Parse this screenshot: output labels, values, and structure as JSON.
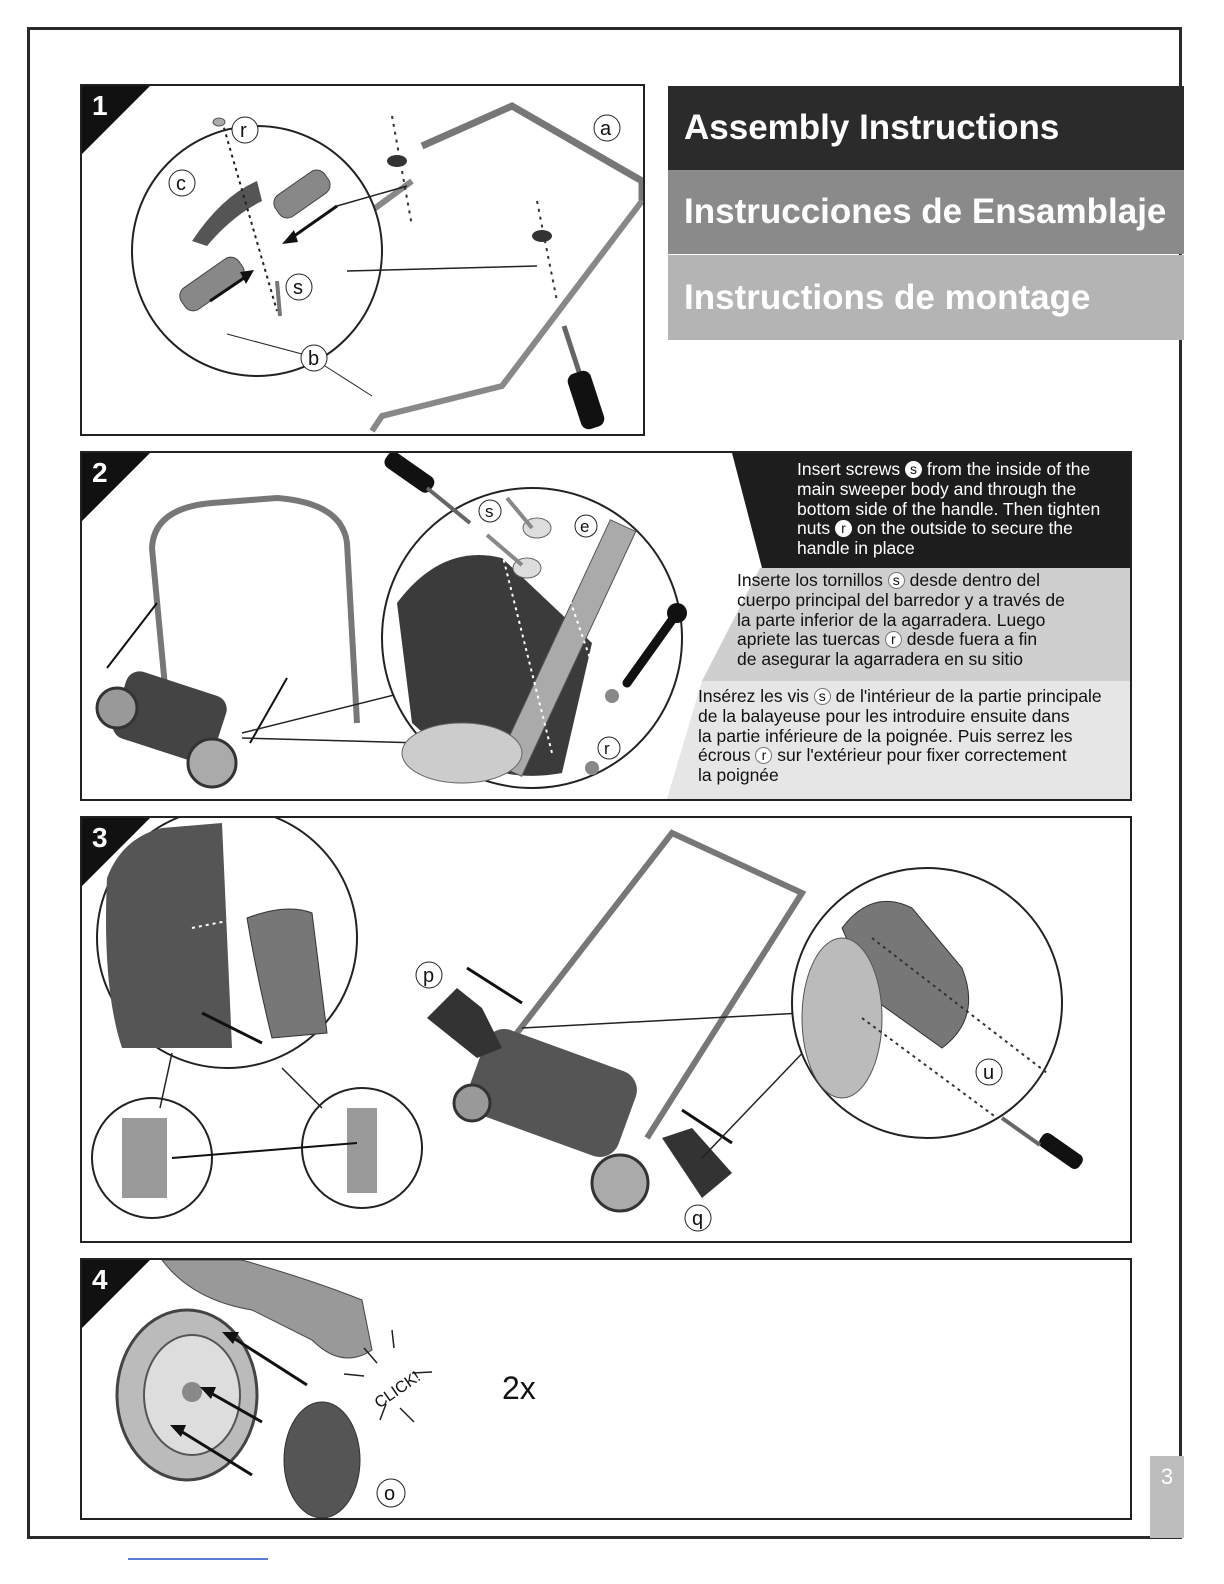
{
  "titles": {
    "english": "Assembly Instructions",
    "spanish": "Instrucciones de Ensamblaje",
    "french": "Instructions de montage"
  },
  "title_colors": {
    "english": "#2b2b2b",
    "spanish": "#8a8a8a",
    "french": "#b4b4b4"
  },
  "steps": [
    {
      "number": "1"
    },
    {
      "number": "2"
    },
    {
      "number": "3"
    },
    {
      "number": "4"
    }
  ],
  "step1": {
    "labels": {
      "a": "a",
      "b": "b",
      "c": "c",
      "r": "r",
      "s": "s"
    }
  },
  "step2": {
    "labels": {
      "s": "s",
      "e": "e",
      "r": "r"
    },
    "english": {
      "line1_pre": "Insert screws",
      "badge_s": "s",
      "line1_post": "from the inside of the",
      "line2": "main sweeper body and through the",
      "line3": "bottom side of the handle. Then tighten",
      "line4_pre": "nuts",
      "badge_r": "r",
      "line4_post": "on the outside to secure the",
      "line5": "handle in place"
    },
    "spanish": {
      "line1_pre": "Inserte los tornillos",
      "badge_s": "s",
      "line1_post": "desde dentro del",
      "line2": "cuerpo principal del barredor y a través de",
      "line3": "la parte inferior de la agarradera. Luego",
      "line4_pre": "apriete las tuercas",
      "badge_r": "r",
      "line4_post": "desde fuera a fin",
      "line5": "de asegurar la  agarradera en su sitio"
    },
    "french": {
      "line1_pre": "Insérez les vis",
      "badge_s": "s",
      "line1_post": "de l'intérieur de la partie principale",
      "line2": "de la balayeuse pour les introduire ensuite dans",
      "line3": "la partie inférieure de la poignée. Puis serrez les",
      "line4_pre": "écrous",
      "badge_r": "r",
      "line4_post": "sur l'extérieur pour fixer correctement",
      "line5": "la poignée"
    }
  },
  "step3": {
    "labels": {
      "p": "p",
      "q": "q",
      "u": "u"
    }
  },
  "step4": {
    "click_text": "CLICK!",
    "quantity": "2x",
    "labels": {
      "o": "o"
    }
  },
  "page_number": "3"
}
